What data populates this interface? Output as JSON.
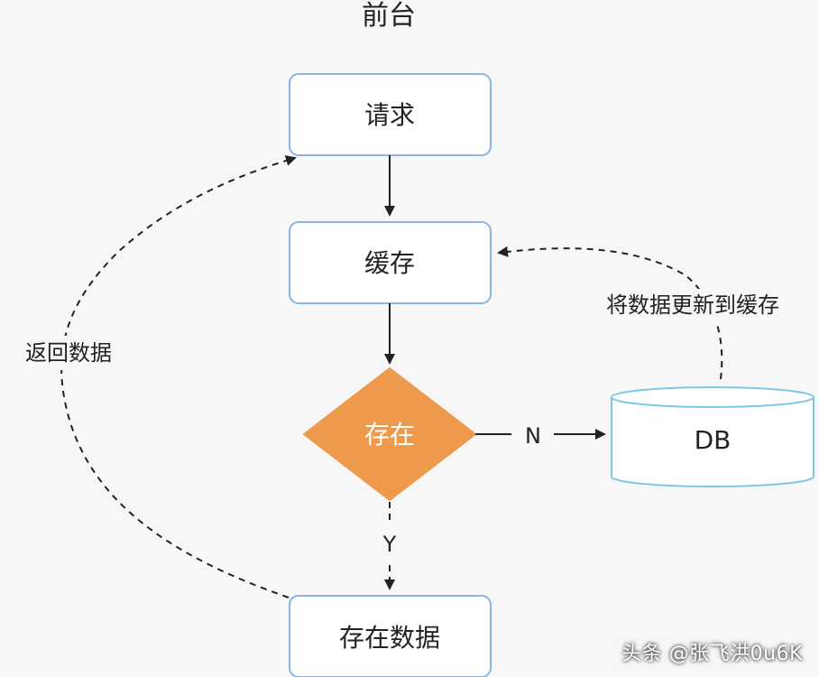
{
  "title": "前台",
  "nodes": {
    "request": "请求",
    "cache": "缓存",
    "exists": "存在",
    "db": "DB",
    "exists_data": "存在数据"
  },
  "edges": {
    "no": "N",
    "yes": "Y",
    "return_data": "返回数据",
    "update_cache": "将数据更新到缓存"
  },
  "watermark": "头条 @张飞洪0u6K",
  "colors": {
    "box_border": "#8ab4e8",
    "decision_fill": "#ee9a4d",
    "db_border": "#7ec8e3",
    "line": "#222222",
    "background": "#f7f7f7"
  }
}
